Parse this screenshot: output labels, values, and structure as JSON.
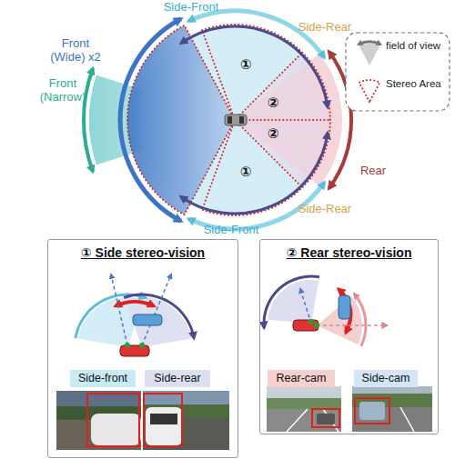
{
  "diagram": {
    "nodes": [
      {
        "text": [
          "① Side stereo-vision"
        ]
      },
      {
        "text": [
          "Side-front"
        ],
        "in": 0
      },
      {
        "text": [
          "Side-rear"
        ],
        "in": 0
      },
      {
        "text": [
          "② Rear stereo-vision"
        ]
      },
      {
        "text": [
          "Rear-cam"
        ],
        "in": 3
      },
      {
        "text": [
          "Side-cam"
        ],
        "in": 3
      }
    ],
    "labels": [
      "Side-Front",
      "Side-Rear",
      "Front (Wide) x2",
      "Front (Narrow)",
      "①",
      "②",
      "②",
      "①",
      "Rear",
      "Side-Rear",
      "Side-Front"
    ],
    "legend": [
      {
        "text": "field of view"
      },
      {
        "text": "Stereo Area"
      }
    ]
  }
}
